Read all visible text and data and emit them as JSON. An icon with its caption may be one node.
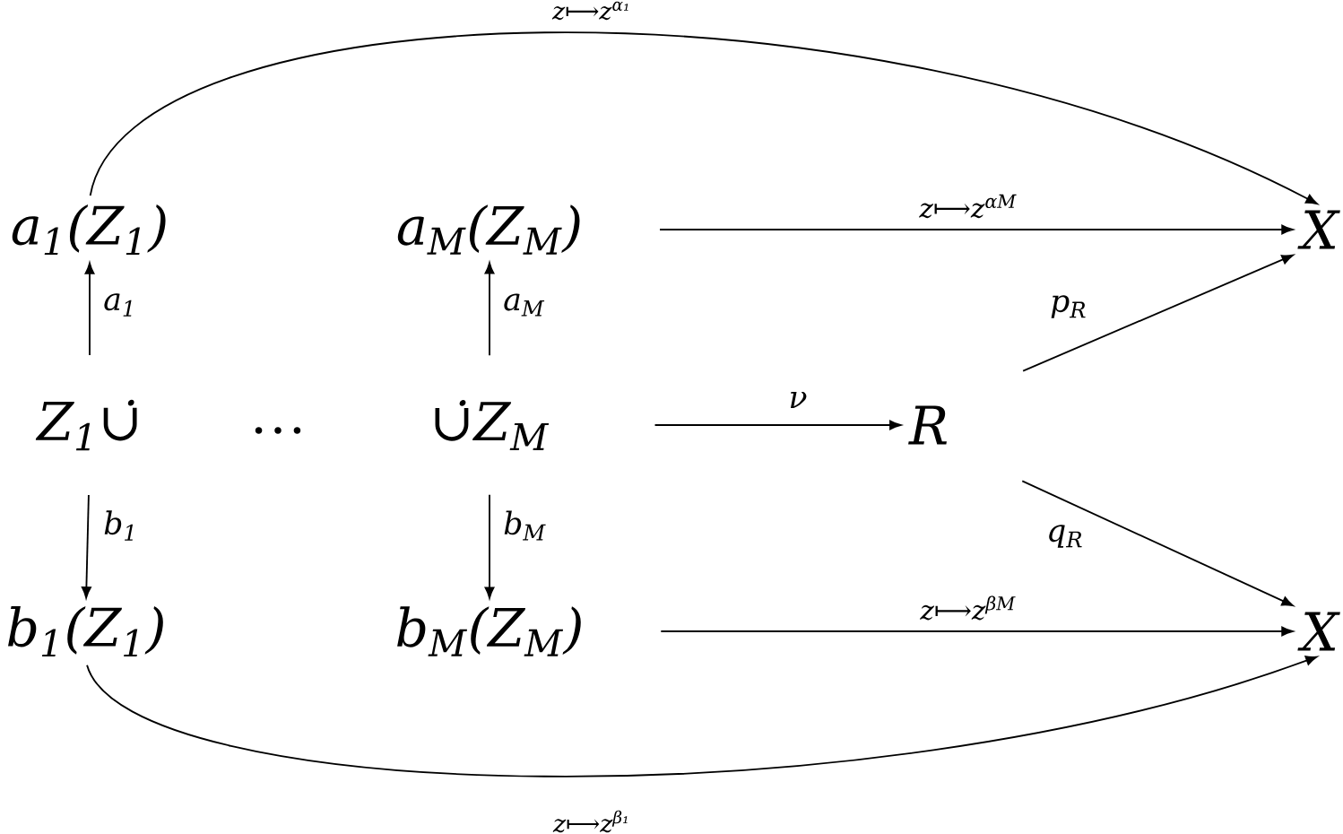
{
  "diagram": {
    "nodes": [
      {
        "text": [
          "a$_{1}$(Z$_{1}$)"
        ]
      },
      {
        "text": [
          "a$_{M}$(Z$_{M}$)"
        ]
      },
      {
        "text": [
          "X"
        ]
      },
      {
        "text": [
          "Z$_{1}$∪̇"
        ]
      },
      {
        "text": [
          "∪̇Z$_{M}$"
        ]
      },
      {
        "text": [
          "R"
        ]
      },
      {
        "text": [
          "b$_{1}$(Z$_{1}$)"
        ]
      },
      {
        "text": [
          "b$_{M}$(Z$_{M}$)"
        ]
      },
      {
        "text": [
          "X"
        ]
      }
    ],
    "edges": [
      {
        "from": 0,
        "to": 2,
        "arrow": "to",
        "label": "z⟼z$^{α₁}$"
      },
      {
        "from": 1,
        "to": 2,
        "arrow": "to",
        "label": "z⟼z$^{αM}$"
      },
      {
        "from": 3,
        "to": 0,
        "arrow": "to",
        "label": "a$_{1}$"
      },
      {
        "from": 4,
        "to": 1,
        "arrow": "to",
        "label": "a$_{M}$"
      },
      {
        "from": 4,
        "to": 5,
        "arrow": "to",
        "label": "ν"
      },
      {
        "from": 5,
        "to": 2,
        "arrow": "to",
        "label": "p$_{R}$"
      },
      {
        "from": 3,
        "to": 6,
        "arrow": "to",
        "label": "b$_{1}$"
      },
      {
        "from": 4,
        "to": 7,
        "arrow": "to",
        "label": "b$_{M}$"
      },
      {
        "from": 5,
        "to": 8,
        "arrow": "to",
        "label": "q$_{R}$"
      },
      {
        "from": 7,
        "to": 8,
        "arrow": "to",
        "label": "z⟼z$^{βM}$"
      },
      {
        "from": 6,
        "to": 8,
        "arrow": "to",
        "label": "z⟼z$^{β₁}$"
      }
    ],
    "labels": [
      "…"
    ]
  }
}
